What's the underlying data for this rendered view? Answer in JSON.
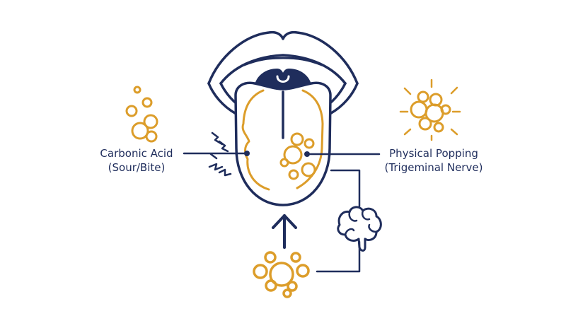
{
  "colors": {
    "navy": "#1f2d5c",
    "gold": "#dc9d2a",
    "background": "#ffffff"
  },
  "labels": {
    "carbonic_acid": {
      "line1": "Carbonic Acid",
      "line2": "(Sour/Bite)"
    },
    "physical_popping": {
      "line1": "Physical Popping",
      "line2": "(Trigeminal Nerve)"
    }
  },
  "icons": {
    "mouth": "open-mouth-icon",
    "tongue": "tongue-icon",
    "brain": "brain-icon",
    "spark": "lightning-spark-icon",
    "bubbles": "carbonation-bubbles-icon",
    "burst": "bubble-burst-icon",
    "arrow": "up-arrow-icon"
  }
}
